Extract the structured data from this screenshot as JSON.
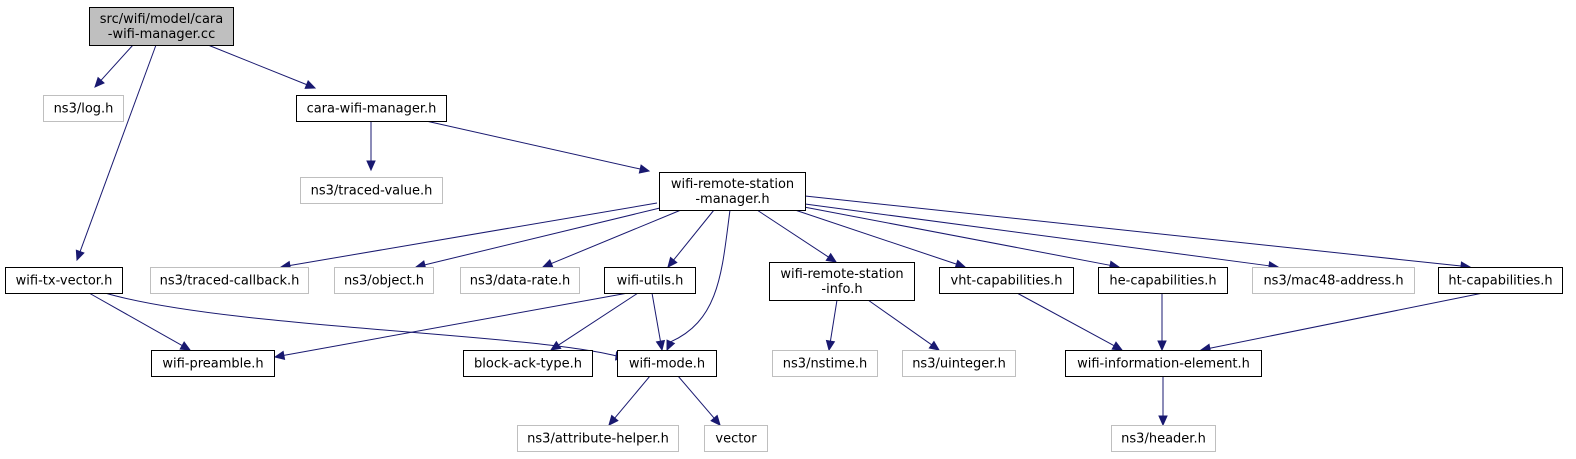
{
  "colors": {
    "edge": "#191970",
    "root_fill": "#bfbfbf",
    "node_fill": "#ffffff",
    "documented_border": "#000000",
    "external_border": "#bfbfbf"
  },
  "nodes": {
    "root": {
      "label": [
        "src/wifi/model/cara",
        "-wifi-manager.cc"
      ],
      "kind": "root"
    },
    "log": {
      "label": [
        "ns3/log.h"
      ],
      "kind": "external"
    },
    "cara_h": {
      "label": [
        "cara-wifi-manager.h"
      ],
      "kind": "documented"
    },
    "traced_value": {
      "label": [
        "ns3/traced-value.h"
      ],
      "kind": "external"
    },
    "wrsm": {
      "label": [
        "wifi-remote-station",
        "-manager.h"
      ],
      "kind": "documented"
    },
    "tx_vector": {
      "label": [
        "wifi-tx-vector.h"
      ],
      "kind": "documented"
    },
    "traced_callback": {
      "label": [
        "ns3/traced-callback.h"
      ],
      "kind": "external"
    },
    "object": {
      "label": [
        "ns3/object.h"
      ],
      "kind": "external"
    },
    "data_rate": {
      "label": [
        "ns3/data-rate.h"
      ],
      "kind": "external"
    },
    "wifi_utils": {
      "label": [
        "wifi-utils.h"
      ],
      "kind": "documented"
    },
    "wrsi": {
      "label": [
        "wifi-remote-station",
        "-info.h"
      ],
      "kind": "documented"
    },
    "vht": {
      "label": [
        "vht-capabilities.h"
      ],
      "kind": "documented"
    },
    "he": {
      "label": [
        "he-capabilities.h"
      ],
      "kind": "documented"
    },
    "mac48": {
      "label": [
        "ns3/mac48-address.h"
      ],
      "kind": "external"
    },
    "ht": {
      "label": [
        "ht-capabilities.h"
      ],
      "kind": "documented"
    },
    "preamble": {
      "label": [
        "wifi-preamble.h"
      ],
      "kind": "documented"
    },
    "block_ack": {
      "label": [
        "block-ack-type.h"
      ],
      "kind": "documented"
    },
    "wifi_mode": {
      "label": [
        "wifi-mode.h"
      ],
      "kind": "documented"
    },
    "nstime": {
      "label": [
        "ns3/nstime.h"
      ],
      "kind": "external"
    },
    "uinteger": {
      "label": [
        "ns3/uinteger.h"
      ],
      "kind": "external"
    },
    "wie": {
      "label": [
        "wifi-information-element.h"
      ],
      "kind": "documented"
    },
    "attr_helper": {
      "label": [
        "ns3/attribute-helper.h"
      ],
      "kind": "external"
    },
    "vector": {
      "label": [
        "vector"
      ],
      "kind": "external"
    },
    "header": {
      "label": [
        "ns3/header.h"
      ],
      "kind": "external"
    }
  },
  "edges": [
    [
      "root",
      "log"
    ],
    [
      "root",
      "cara_h"
    ],
    [
      "root",
      "tx_vector"
    ],
    [
      "cara_h",
      "traced_value"
    ],
    [
      "cara_h",
      "wrsm"
    ],
    [
      "wrsm",
      "traced_callback"
    ],
    [
      "wrsm",
      "object"
    ],
    [
      "wrsm",
      "data_rate"
    ],
    [
      "wrsm",
      "wifi_utils"
    ],
    [
      "wrsm",
      "wifi_mode"
    ],
    [
      "wrsm",
      "wrsi"
    ],
    [
      "wrsm",
      "vht"
    ],
    [
      "wrsm",
      "he"
    ],
    [
      "wrsm",
      "mac48"
    ],
    [
      "wrsm",
      "ht"
    ],
    [
      "tx_vector",
      "preamble"
    ],
    [
      "tx_vector",
      "wifi_mode"
    ],
    [
      "wifi_utils",
      "preamble"
    ],
    [
      "wifi_utils",
      "block_ack"
    ],
    [
      "wifi_utils",
      "wifi_mode"
    ],
    [
      "wrsi",
      "nstime"
    ],
    [
      "wrsi",
      "uinteger"
    ],
    [
      "vht",
      "wie"
    ],
    [
      "he",
      "wie"
    ],
    [
      "ht",
      "wie"
    ],
    [
      "wifi_mode",
      "attr_helper"
    ],
    [
      "wifi_mode",
      "vector"
    ],
    [
      "wie",
      "header"
    ]
  ]
}
